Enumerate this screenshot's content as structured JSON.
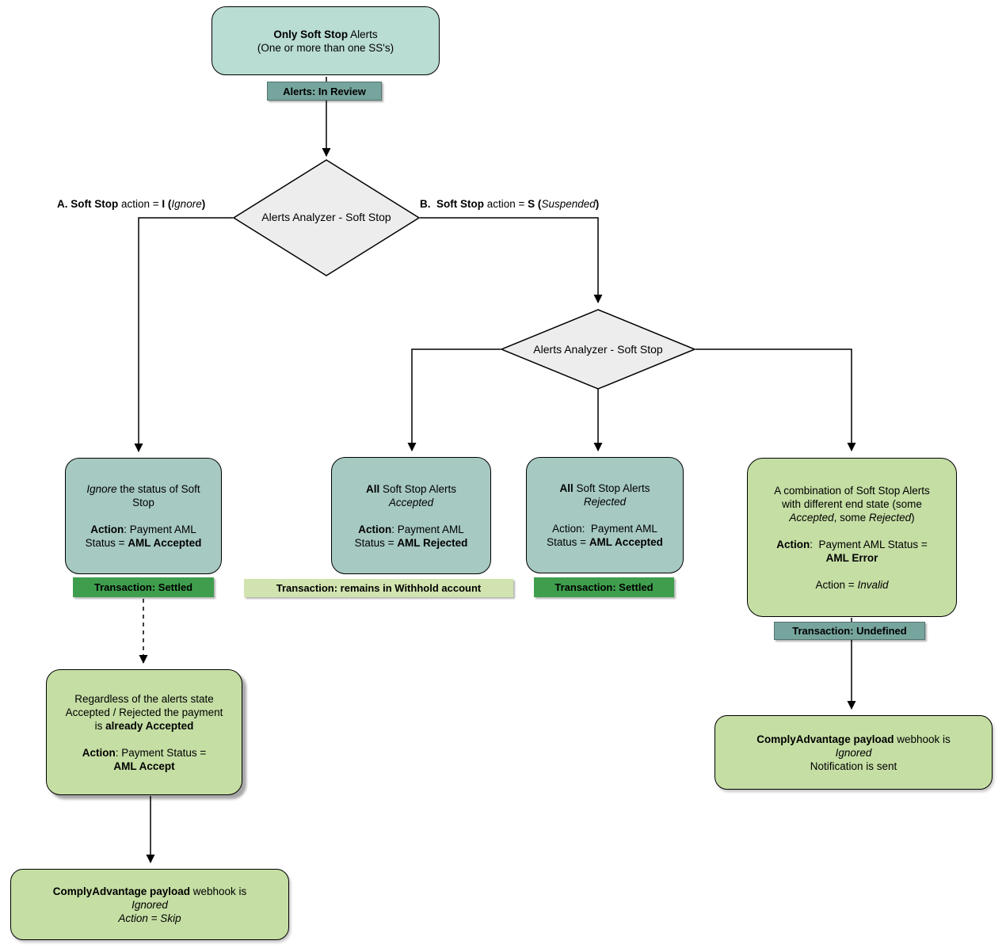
{
  "palette": {
    "box_teal_light": "#b9dcd3",
    "box_teal": "#a6c9c2",
    "box_green": "#c5dea4",
    "badge_teal": "#76a59e",
    "badge_green": "#3f9e4e",
    "badge_light_green": "#d1e4af",
    "diamond_fill": "#ededed",
    "stroke": "#000000"
  },
  "nodes": {
    "start": {
      "lines": [
        [
          {
            "t": "Only Soft Stop",
            "b": true
          },
          {
            "t": " Alerts"
          }
        ],
        [
          {
            "t": "(One or more than one SS's)"
          }
        ]
      ]
    },
    "alerts_in_review": {
      "label": "Alerts: In Review"
    },
    "decision1": {
      "label": "Alerts Analyzer - Soft Stop"
    },
    "decision2": {
      "label": "Alerts Analyzer - Soft Stop"
    },
    "branch_a": {
      "lines": [
        [
          {
            "t": "A. Soft Stop",
            "b": true
          },
          {
            "t": " action = "
          },
          {
            "t": "I (",
            "b": true
          },
          {
            "t": "Ignore",
            "i": true
          },
          {
            "t": ")",
            "b": true
          }
        ]
      ]
    },
    "branch_b": {
      "lines": [
        [
          {
            "t": "B.  Soft Stop",
            "b": true
          },
          {
            "t": " action = "
          },
          {
            "t": "S (",
            "b": true
          },
          {
            "t": "Suspended",
            "i": true
          },
          {
            "t": ")",
            "b": true
          }
        ]
      ]
    },
    "ignore_status": {
      "lines": [
        [
          {
            "t": "Ignore",
            "i": true
          },
          {
            "t": " the status of Soft"
          }
        ],
        [
          {
            "t": "Stop"
          }
        ],
        [],
        [
          {
            "t": "Action",
            "b": true
          },
          {
            "t": ": Payment AML"
          }
        ],
        [
          {
            "t": "Status = "
          },
          {
            "t": "AML Accepted",
            "b": true
          }
        ]
      ]
    },
    "settled1": {
      "label": "Transaction: Settled"
    },
    "all_accepted": {
      "lines": [
        [
          {
            "t": "All",
            "b": true
          },
          {
            "t": " Soft Stop Alerts"
          }
        ],
        [
          {
            "t": "Accepted",
            "i": true
          }
        ],
        [],
        [
          {
            "t": "Action",
            "b": true
          },
          {
            "t": ": Payment AML"
          }
        ],
        [
          {
            "t": "Status = "
          },
          {
            "t": "AML Rejected",
            "b": true
          }
        ]
      ]
    },
    "withhold": {
      "label": "Transaction: remains in Withhold account"
    },
    "all_rejected": {
      "lines": [
        [
          {
            "t": "All",
            "b": true
          },
          {
            "t": " Soft Stop Alerts"
          }
        ],
        [
          {
            "t": "Rejected",
            "i": true
          }
        ],
        [],
        [
          {
            "t": "Action:  Payment AML"
          }
        ],
        [
          {
            "t": "Status = "
          },
          {
            "t": "AML Accepted",
            "b": true
          }
        ]
      ]
    },
    "settled2": {
      "label": "Transaction: Settled"
    },
    "combination": {
      "lines": [
        [
          {
            "t": "A combination of Soft Stop Alerts"
          }
        ],
        [
          {
            "t": "with different end state (some"
          }
        ],
        [
          {
            "t": "Accepted",
            "i": true
          },
          {
            "t": ", some "
          },
          {
            "t": "Rejected",
            "i": true
          },
          {
            "t": ")"
          }
        ],
        [],
        [
          {
            "t": "Action",
            "b": true
          },
          {
            "t": ":  Payment AML Status ="
          }
        ],
        [
          {
            "t": "AML Error",
            "b": true
          }
        ],
        [],
        [
          {
            "t": "Action = "
          },
          {
            "t": "Invalid",
            "i": true
          }
        ]
      ]
    },
    "undefined_badge": {
      "label": "Transaction: Undefined"
    },
    "regardless": {
      "lines": [
        [
          {
            "t": "Regardless of the alerts state"
          }
        ],
        [
          {
            "t": "Accepted / Rejected the payment"
          }
        ],
        [
          {
            "t": "is "
          },
          {
            "t": "already Accepted",
            "b": true
          }
        ],
        [],
        [
          {
            "t": "Action",
            "b": true
          },
          {
            "t": ": Payment Status ="
          }
        ],
        [
          {
            "t": "AML Accept",
            "b": true
          }
        ]
      ]
    },
    "comply_skip": {
      "lines": [
        [
          {
            "t": "ComplyAdvantage payload",
            "b": true
          },
          {
            "t": " webhook is"
          }
        ],
        [
          {
            "t": "Ignored",
            "i": true
          }
        ],
        [
          {
            "t": "Action = Skip",
            "i": true
          }
        ]
      ]
    },
    "comply_notify": {
      "lines": [
        [
          {
            "t": "ComplyAdvantage payload",
            "b": true
          },
          {
            "t": " webhook is"
          }
        ],
        [
          {
            "t": "Ignored",
            "i": true
          }
        ],
        [
          {
            "t": "Notification is sent"
          }
        ]
      ]
    }
  }
}
